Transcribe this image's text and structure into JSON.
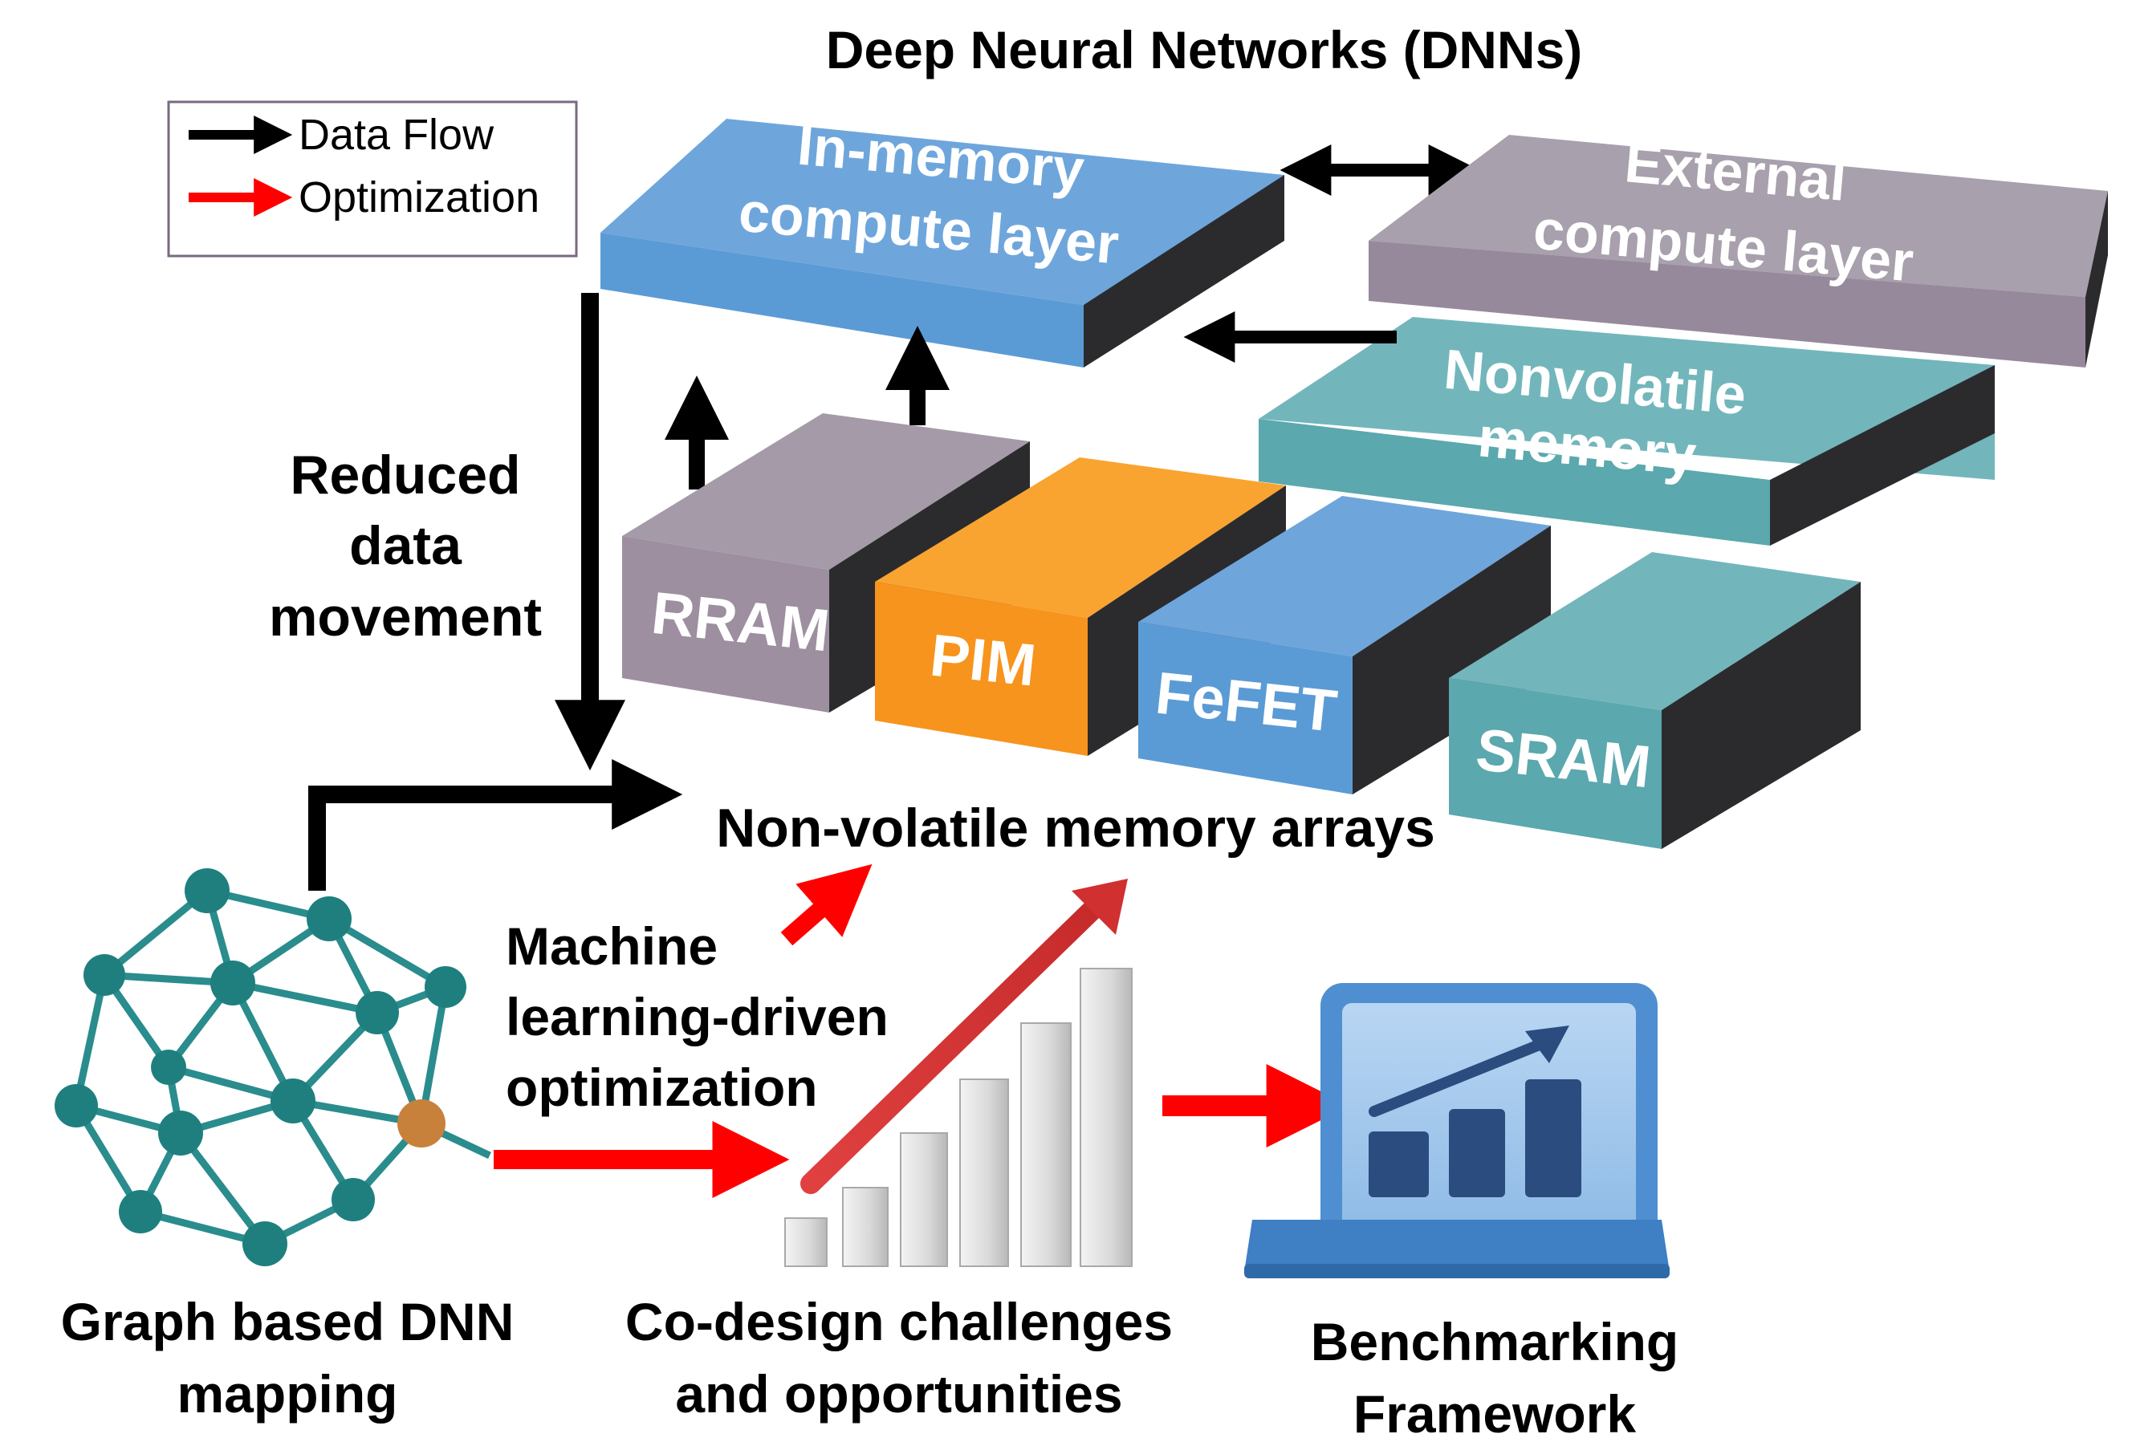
{
  "title": "Deep Neural Networks (DNNs)",
  "legend": {
    "data_flow": "Data Flow",
    "optimization": "Optimization"
  },
  "layers": {
    "in_memory_line1": "In-memory",
    "in_memory_line2": "compute layer",
    "external_line1": "External",
    "external_line2": "compute layer",
    "nonvolatile_line1": "Nonvolatile",
    "nonvolatile_line2": "memory"
  },
  "blocks": {
    "rram": "RRAM",
    "pim": "PIM",
    "fefet": "FeFET",
    "sram": "SRAM"
  },
  "labels": {
    "reduced_line1": "Reduced",
    "reduced_line2": "data",
    "reduced_line3": "movement",
    "nvm_arrays": "Non-volatile memory arrays",
    "ml_line1": "Machine",
    "ml_line2": "learning-driven",
    "ml_line3": "optimization",
    "graph_line1": "Graph based DNN",
    "graph_line2": "mapping",
    "codesign_line1": "Co-design challenges",
    "codesign_line2": "and opportunities",
    "bench_line1": "Benchmarking",
    "bench_line2": "Framework"
  },
  "colors": {
    "blue": "#5b9bd5",
    "gray": "#9e91a0",
    "orange": "#f7941d",
    "teal": "#4ea3ab",
    "dark_side": "#2b2b2e",
    "red_arrow": "#ff0000",
    "graph_node": "#1f7f7f",
    "graph_accent": "#c8813a",
    "laptop": "#3f7fc4"
  }
}
